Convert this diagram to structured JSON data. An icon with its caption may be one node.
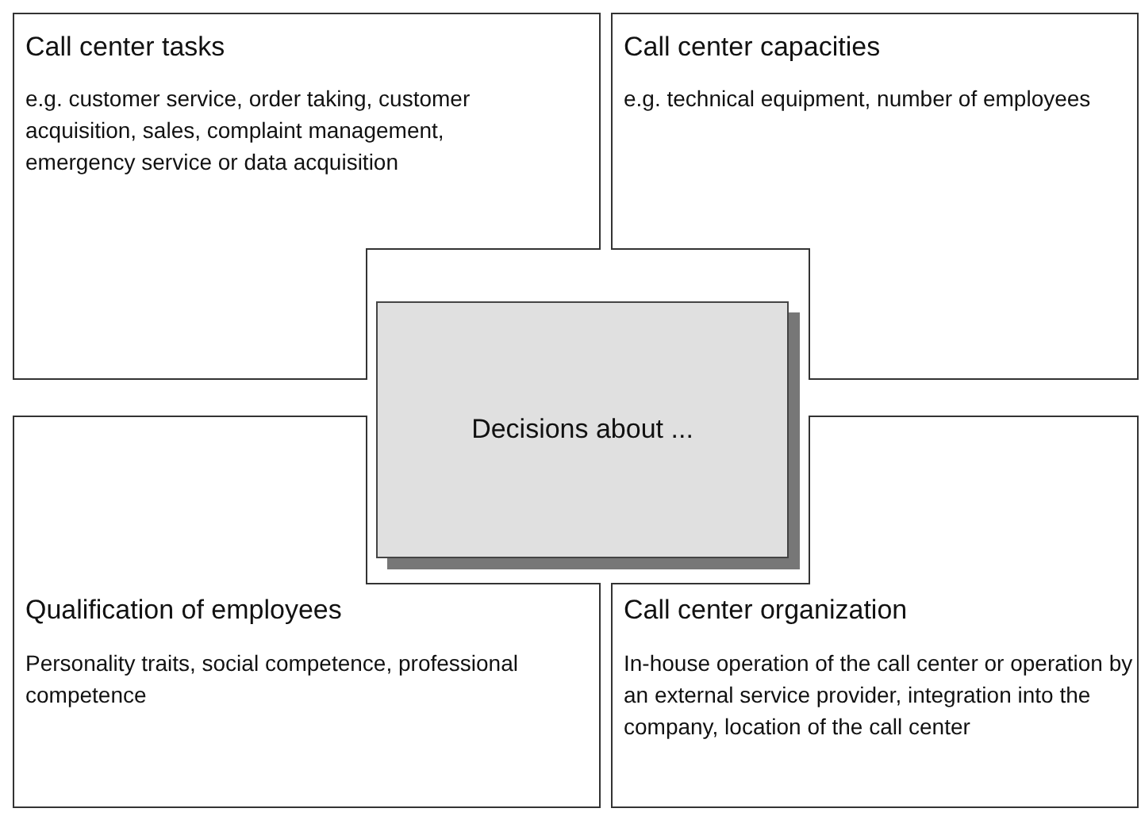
{
  "diagram": {
    "nodes": [
      {
        "text": [
          "Call center tasks",
          "e.g. customer service, order taking, customer acquisition, sales, complaint management, emergency service or data acquisition"
        ]
      },
      {
        "text": [
          "Call center capacities",
          "e.g.  technical equipment, number of employees"
        ]
      },
      {
        "text": [
          "Decisions about ..."
        ]
      },
      {
        "text": [
          "Qualification of employees",
          "Personality traits, social competence, professional competence"
        ]
      },
      {
        "text": [
          "Call center organization",
          "In-house operation of the call center or operation by an external service provider, integration into the company, location of the call center"
        ]
      }
    ],
    "edges": []
  }
}
